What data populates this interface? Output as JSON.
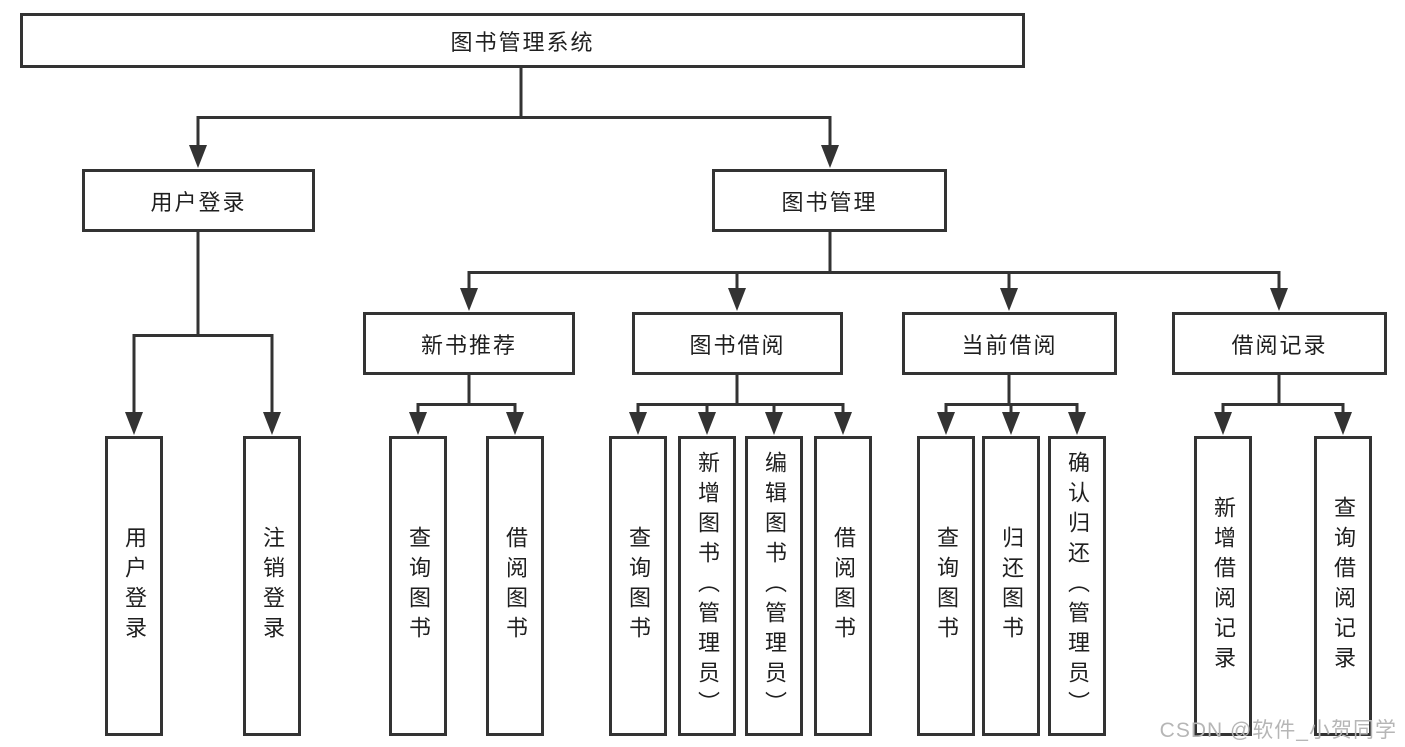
{
  "colors": {
    "line": "#333333",
    "text": "#1f1f1f",
    "watermark": "#b6b6b6",
    "background": "#ffffff"
  },
  "root": {
    "label": "图书管理系统"
  },
  "level2": {
    "user": {
      "label": "用户登录"
    },
    "book": {
      "label": "图书管理"
    }
  },
  "level3": {
    "newbook": {
      "label": "新书推荐"
    },
    "borrow": {
      "label": "图书借阅"
    },
    "current": {
      "label": "当前借阅"
    },
    "records": {
      "label": "借阅记录"
    }
  },
  "leaves": {
    "user": [
      "用户登录",
      "注销登录"
    ],
    "newbook": [
      "查询图书",
      "借阅图书"
    ],
    "borrow": [
      "查询图书",
      "新增图书（管理员）",
      "编辑图书（管理员）",
      "借阅图书"
    ],
    "current": [
      "查询图书",
      "归还图书",
      "确认归还（管理员）"
    ],
    "records": [
      "新增借阅记录",
      "查询借阅记录"
    ]
  },
  "watermark": {
    "label": "CSDN @软件_小贺同学"
  }
}
